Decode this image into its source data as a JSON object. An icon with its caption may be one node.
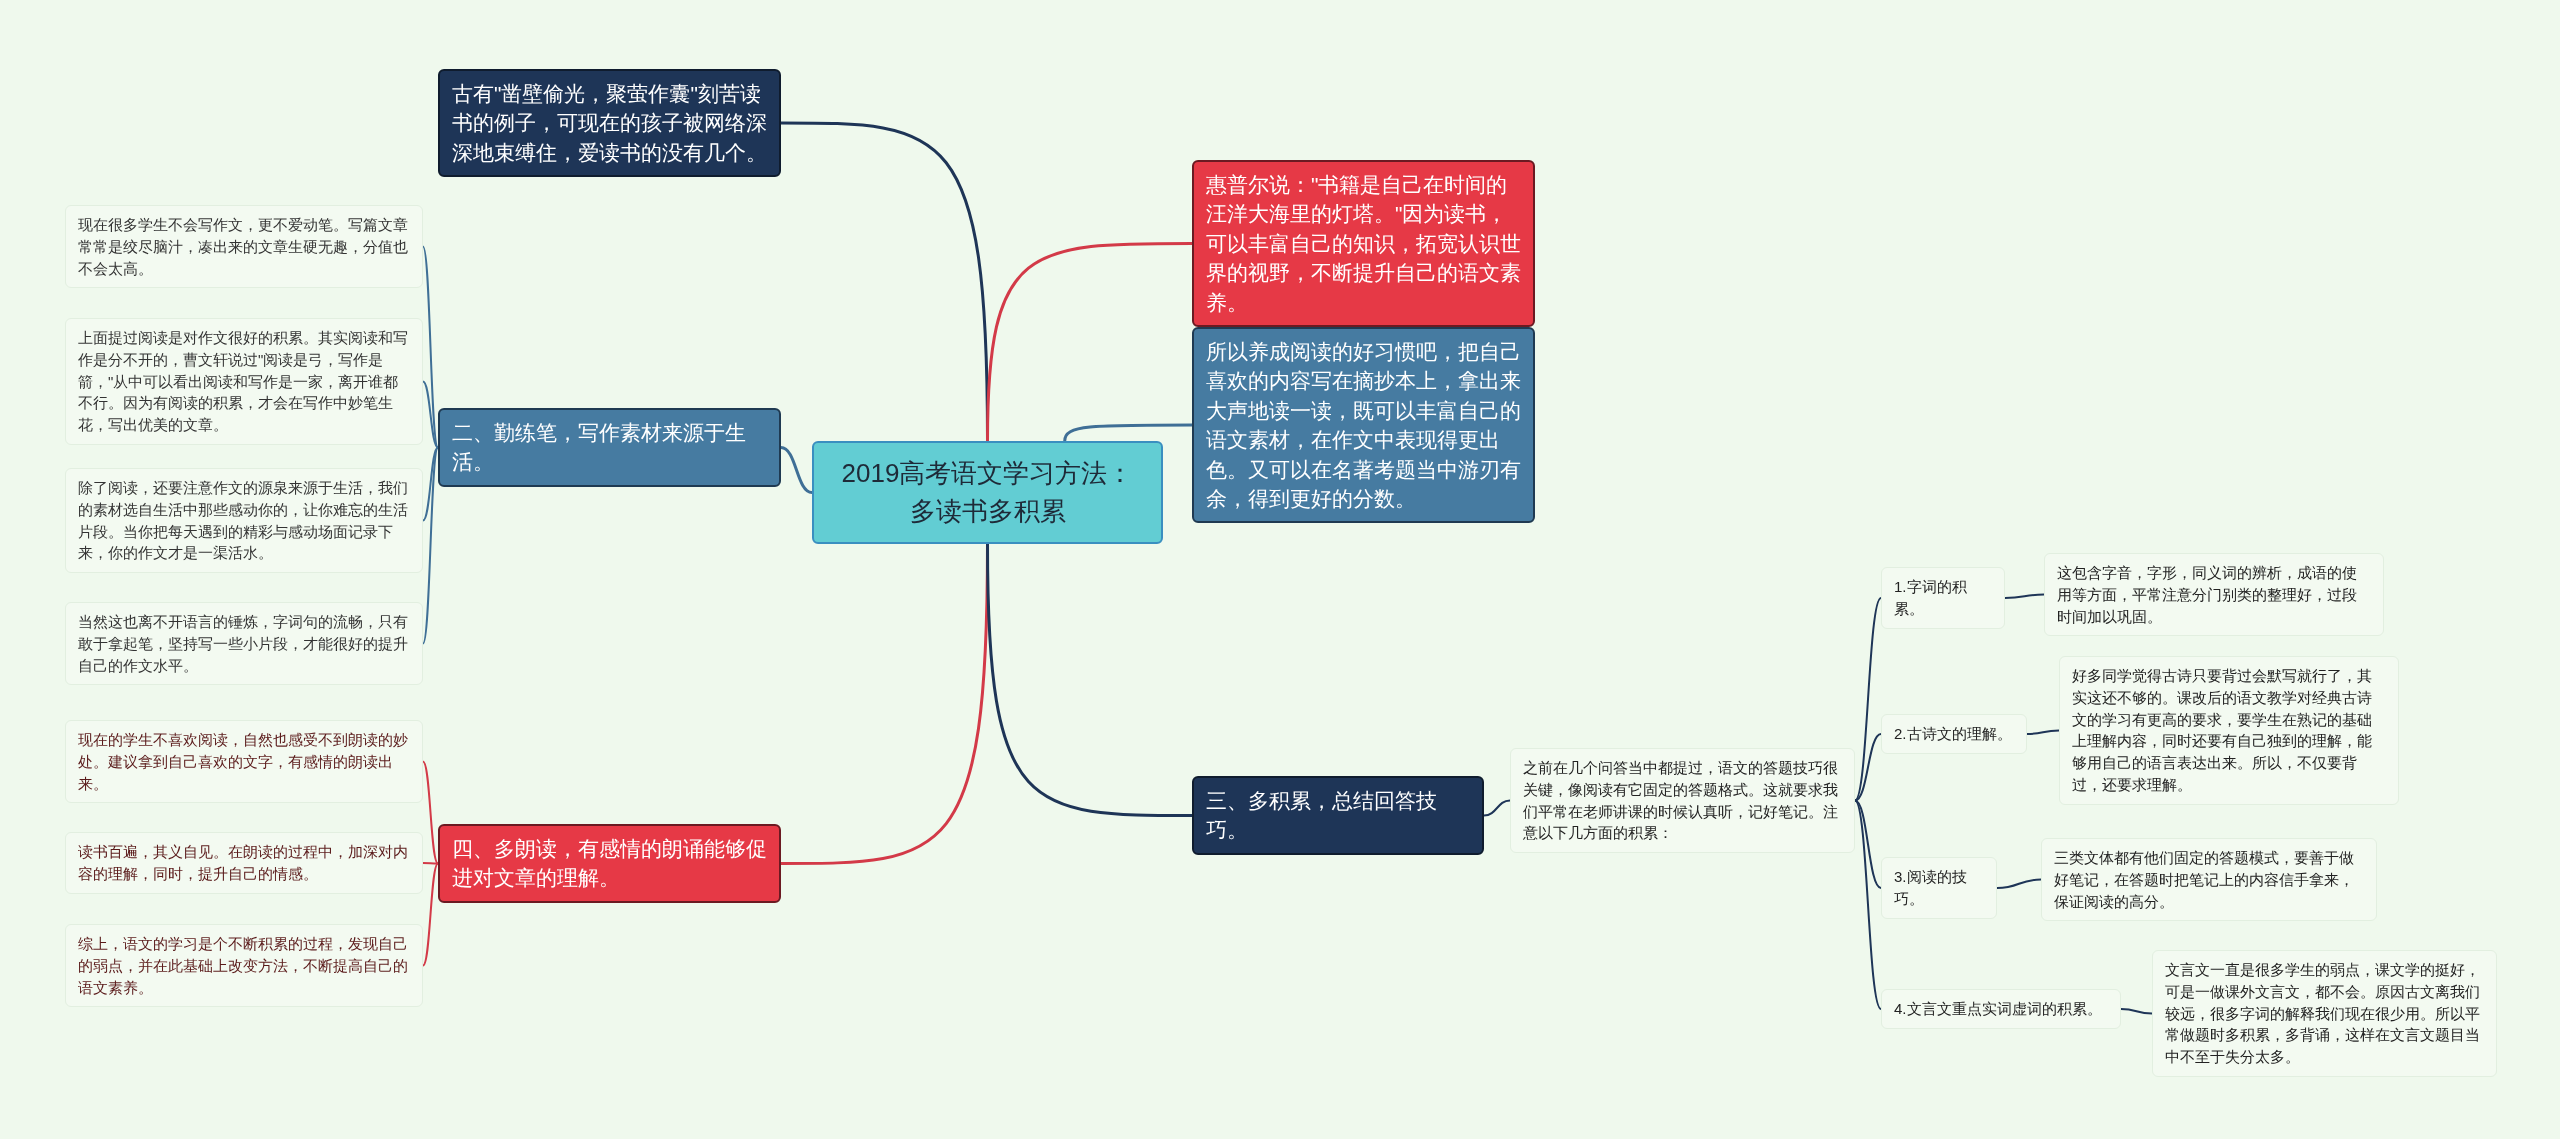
{
  "diagram": {
    "nodes": [
      {
        "text": [
          "2019高考语文学习方法：多读书多积累"
        ]
      },
      {
        "text": [
          "古有\"凿壁偷光，聚萤作囊\"刻苦读书的例子，可现在的孩子被网络深深地束缚住，爱读书的没有几个。"
        ]
      },
      {
        "text": [
          "二、勤练笔，写作素材来源于生活。"
        ]
      },
      {
        "text": [
          "现在很多学生不会写作文，更不爱动笔。写篇文章常常是绞尽脑汁，凑出来的文章生硬无趣，分值也不会太高。"
        ]
      },
      {
        "text": [
          "上面提过阅读是对作文很好的积累。其实阅读和写作是分不开的，曹文轩说过\"阅读是弓，写作是箭，\"从中可以看出阅读和写作是一家，离开谁都不行。因为有阅读的积累，才会在写作中妙笔生花，写出优美的文章。"
        ]
      },
      {
        "text": [
          "除了阅读，还要注意作文的源泉来源于生活，我们的素材选自生活中那些感动你的，让你难忘的生活片段。当你把每天遇到的精彩与感动场面记录下来，你的作文才是一渠活水。"
        ]
      },
      {
        "text": [
          "当然这也离不开语言的锤炼，字词句的流畅，只有敢于拿起笔，坚持写一些小片段，才能很好的提升自己的作文水平。"
        ]
      },
      {
        "text": [
          "四、多朗读，有感情的朗诵能够促进对文章的理解。"
        ]
      },
      {
        "text": [
          "现在的学生不喜欢阅读，自然也感受不到朗读的妙处。建议拿到自己喜欢的文字，有感情的朗读出来。"
        ]
      },
      {
        "text": [
          "读书百遍，其义自见。在朗读的过程中，加深对内容的理解，同时，提升自己的情感。"
        ]
      },
      {
        "text": [
          "综上，语文的学习是个不断积累的过程，发现自己的弱点，并在此基础上改变方法，不断提高自己的语文素养。"
        ]
      },
      {
        "text": [
          "惠普尔说：\"书籍是自己在时间的汪洋大海里的灯塔。\"因为读书，可以丰富自己的知识，拓宽认识世界的视野，不断提升自己的语文素养。"
        ]
      },
      {
        "text": [
          "所以养成阅读的好习惯吧，把自己喜欢的内容写在摘抄本上，拿出来大声地读一读，既可以丰富自己的语文素材，在作文中表现得更出色。又可以在名著考题当中游刃有余，得到更好的分数。"
        ]
      },
      {
        "text": [
          "三、多积累，总结回答技巧。"
        ]
      },
      {
        "text": [
          "之前在几个问答当中都提过，语文的答题技巧很关键，像阅读有它固定的答题格式。这就要求我们平常在老师讲课的时候认真听，记好笔记。注意以下几方面的积累："
        ]
      },
      {
        "text": [
          "1.字词的积累。"
        ]
      },
      {
        "text": [
          "这包含字音，字形，同义词的辨析，成语的使用等方面，平常注意分门别类的整理好，过段时间加以巩固。"
        ]
      },
      {
        "text": [
          "2.古诗文的理解。"
        ]
      },
      {
        "text": [
          "好多同学觉得古诗只要背过会默写就行了，其实这还不够的。课改后的语文教学对经典古诗文的学习有更高的要求，要学生在熟记的基础上理解内容，同时还要有自己独到的理解，能够用自己的语言表达出来。所以，不仅要背过，还要求理解。"
        ]
      },
      {
        "text": [
          "3.阅读的技巧。"
        ]
      },
      {
        "text": [
          "三类文体都有他们固定的答题模式，要善于做好笔记，在答题时把笔记上的内容信手拿来，保证阅读的高分。"
        ]
      },
      {
        "text": [
          "4.文言文重点实词虚词的积累。"
        ]
      },
      {
        "text": [
          "文言文一直是很多学生的弱点，课文学的挺好，可是一做课外文言文，都不会。原因古文离我们较远，很多字词的解释我们现在很少用。所以平常做题时多积累，多背诵，这样在文言文题目当中不至于失分太多。"
        ]
      }
    ],
    "edges": [
      {
        "from": 0,
        "to": 1,
        "arrow": "none"
      },
      {
        "from": 0,
        "to": 2,
        "arrow": "none",
        "color": "#3f6f96"
      },
      {
        "from": 2,
        "to": 3,
        "arrow": "none",
        "color": "#3f6f96"
      },
      {
        "from": 2,
        "to": 4,
        "arrow": "none",
        "color": "#3f6f96"
      },
      {
        "from": 2,
        "to": 5,
        "arrow": "none",
        "color": "#3f6f96"
      },
      {
        "from": 2,
        "to": 6,
        "arrow": "none",
        "color": "#3f6f96"
      },
      {
        "from": 0,
        "to": 7,
        "arrow": "none",
        "color": "#d33a48"
      },
      {
        "from": 7,
        "to": 8,
        "arrow": "none",
        "color": "#d33a48"
      },
      {
        "from": 7,
        "to": 9,
        "arrow": "none",
        "color": "#d33a48"
      },
      {
        "from": 7,
        "to": 10,
        "arrow": "none",
        "color": "#d33a48"
      },
      {
        "from": 0,
        "to": 11,
        "arrow": "none",
        "color": "#d33a48"
      },
      {
        "from": 0,
        "to": 12,
        "arrow": "none",
        "color": "#3f6f96"
      },
      {
        "from": 0,
        "to": 13,
        "arrow": "none"
      },
      {
        "from": 13,
        "to": 14,
        "arrow": "none"
      },
      {
        "from": 14,
        "to": 15,
        "arrow": "none"
      },
      {
        "from": 14,
        "to": 17,
        "arrow": "none"
      },
      {
        "from": 14,
        "to": 19,
        "arrow": "none"
      },
      {
        "from": 14,
        "to": 21,
        "arrow": "none"
      },
      {
        "from": 15,
        "to": 16,
        "arrow": "none"
      },
      {
        "from": 17,
        "to": 18,
        "arrow": "none"
      },
      {
        "from": 19,
        "to": 20,
        "arrow": "none"
      },
      {
        "from": 21,
        "to": 22,
        "arrow": "none"
      }
    ]
  }
}
